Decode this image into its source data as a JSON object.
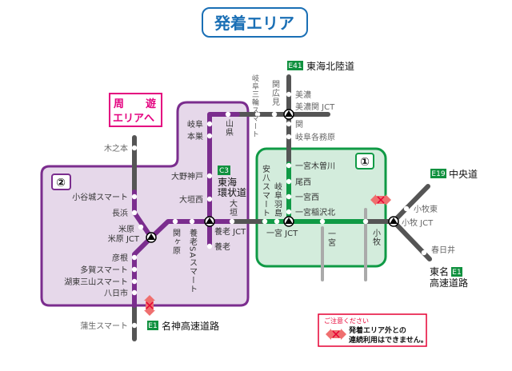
{
  "title": "発着エリア",
  "tour_link": {
    "line1_a": "周",
    "line1_b": "遊",
    "line2": "エリアへ"
  },
  "areas": {
    "area1": "①",
    "area2": "②"
  },
  "colors": {
    "title": "#1a6fb5",
    "area1_fill": "#d3ecdc",
    "area1_stroke": "#0f9a45",
    "area2_fill": "#e6d8ea",
    "area2_stroke": "#7b2d8e",
    "gray": "#555555",
    "alert": "#e60033"
  },
  "roads": {
    "e41": {
      "code": "E41",
      "name": "東海北陸道"
    },
    "e19": {
      "code": "E19",
      "name": "中央道"
    },
    "e1_tomei": {
      "code": "E1",
      "name1": "東名",
      "name2": "高速道路"
    },
    "e1_meishin": {
      "code": "E1",
      "name": "名神高速道路"
    },
    "c3": {
      "code": "C3",
      "name1": "東海",
      "name2": "環状道"
    }
  },
  "stations": {
    "kinomoto": "木之本",
    "odanijo": "小谷城スマート",
    "nagahama": "長浜",
    "maibara": "米原",
    "maibara_jct": "米原 JCT",
    "hikone": "彦根",
    "taga": "多賀スマート",
    "koto": "湖東三山スマート",
    "yokaichi": "八日市",
    "gamo": "蒲生スマート",
    "sekigahara": "関ヶ原",
    "yoro_sa": "養老SAスマート",
    "yoro_jct": "養老 JCT",
    "yoro": "養老",
    "ogaki": "大垣",
    "gifu": "岐阜",
    "motosu": "本巣",
    "yamagata": "山県",
    "ono_kando": "大野神戸",
    "ogaki_nishi": "大垣西",
    "gifu_miwa": "岐阜三輪スマート",
    "seki_hirome": "関広見",
    "mino": "美濃",
    "minoseki_jct": "美濃関 JCT",
    "seki": "関",
    "gifu_kakamigahara": "岐阜各務原",
    "ichinomiya_kisogawa": "一宮木曽川",
    "bisai": "尾西",
    "ichinomiya_nishi": "一宮西",
    "ichinomiya_inazawa": "一宮稲沢北",
    "anpachi": "安八スマート",
    "gifu_hashima": "岐阜羽島",
    "ichinomiya_jct": "一宮 JCT",
    "ichinomiya": "一宮",
    "komaki": "小牧",
    "komaki_jct": "小牧 JCT",
    "komaki_higashi": "小牧東",
    "kasugai": "春日井"
  },
  "notice": {
    "heading": "ご注意ください",
    "line1": "発着エリア外との",
    "line2": "連続利用はできません。"
  }
}
